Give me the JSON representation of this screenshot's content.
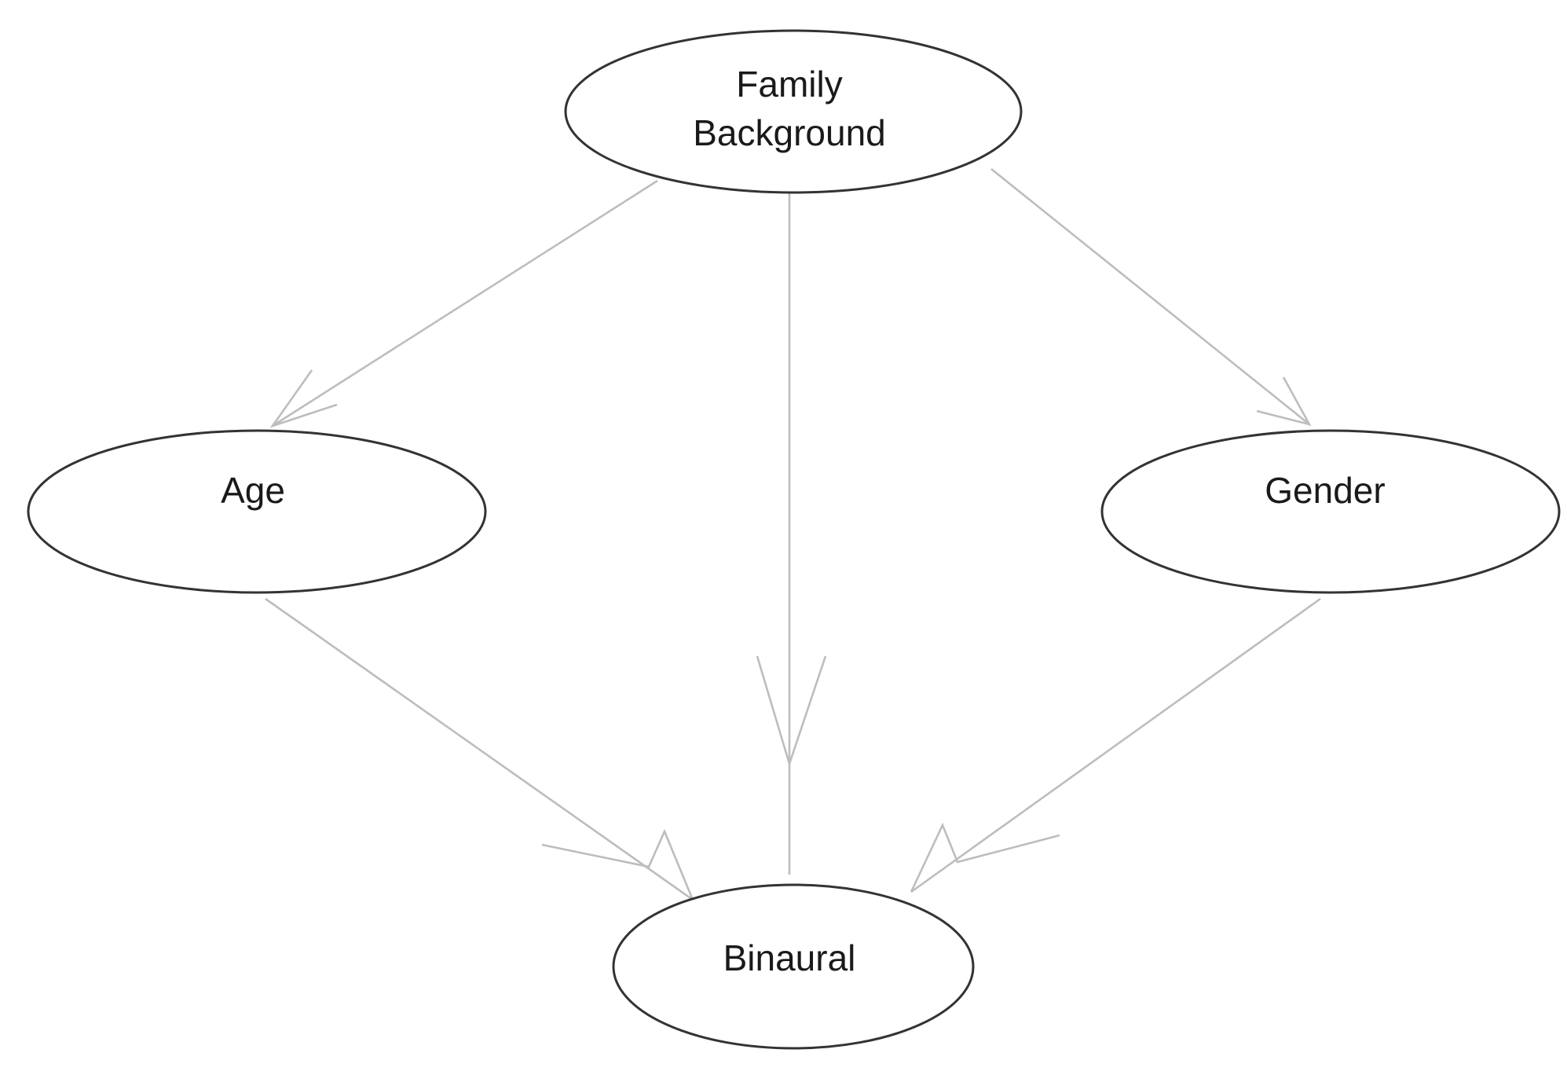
{
  "nodes": {
    "family": {
      "label_line1": "Family",
      "label_line2": "Background"
    },
    "age": {
      "label": "Age"
    },
    "gender": {
      "label": "Gender"
    },
    "binaural": {
      "label": "Binaural"
    }
  },
  "edges": [
    {
      "from": "Family Background",
      "to": "Age"
    },
    {
      "from": "Family Background",
      "to": "Binaural"
    },
    {
      "from": "Family Background",
      "to": "Gender"
    },
    {
      "from": "Age",
      "to": "Binaural"
    },
    {
      "from": "Gender",
      "to": "Binaural"
    }
  ],
  "colors": {
    "edge": "#bdbdbd",
    "node_outline": "#333333",
    "text": "#1a1a1a"
  }
}
